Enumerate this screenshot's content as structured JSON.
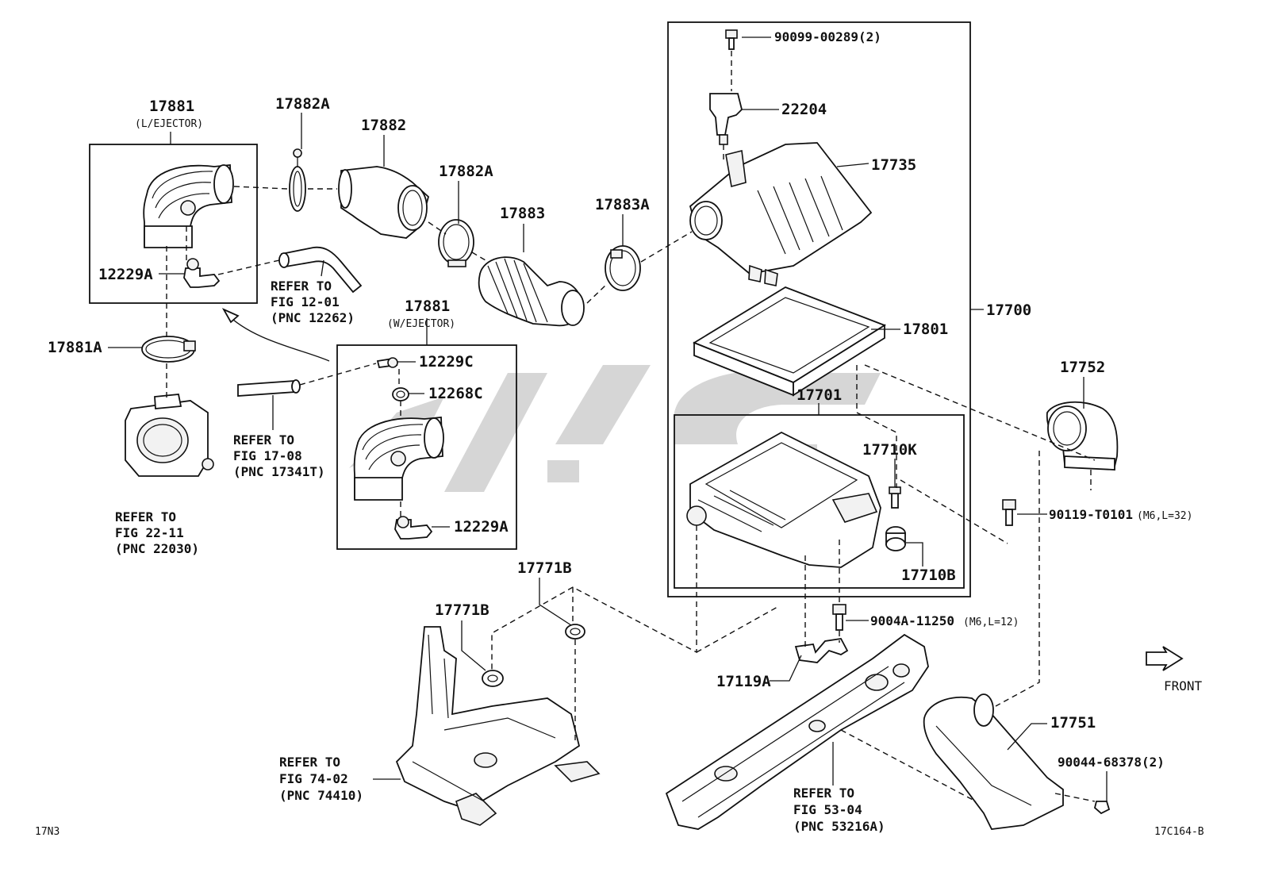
{
  "diagram": {
    "part_labels": {
      "p17881_top": "17881",
      "p17881_top_note": "(L/EJECTOR)",
      "p17882A_a": "17882A",
      "p17882": "17882",
      "p17882A_b": "17882A",
      "p17883": "17883",
      "p17883A": "17883A",
      "p12229A_a": "12229A",
      "p17881A": "17881A",
      "p17881_mid": "17881",
      "p17881_mid_note": "(W/EJECTOR)",
      "p12229C": "12229C",
      "p12268C": "12268C",
      "p12229A_b": "12229A",
      "p90099": "90099-00289(2)",
      "p22204": "22204",
      "p17735": "17735",
      "p17700": "17700",
      "p17801": "17801",
      "p17701": "17701",
      "p17710K": "17710K",
      "p17710B": "17710B",
      "p17752": "17752",
      "p90119": "90119-T0101",
      "p90119_note": "(M6,L=32)",
      "p9004A": "9004A-11250",
      "p9004A_note": "(M6,L=12)",
      "p17771B_a": "17771B",
      "p17771B_b": "17771B",
      "p17119A": "17119A",
      "p17751": "17751",
      "p90044": "90044-68378(2)",
      "front": "FRONT"
    },
    "refer_notes": {
      "r1": [
        "REFER TO",
        "FIG 12-01",
        "(PNC 12262)"
      ],
      "r2": [
        "REFER TO",
        "FIG 17-08",
        "(PNC 17341T)"
      ],
      "r3": [
        "REFER TO",
        "FIG 22-11",
        "(PNC 22030)"
      ],
      "r4": [
        "REFER TO",
        "FIG 74-02",
        "(PNC 74410)"
      ],
      "r5": [
        "REFER TO",
        "FIG 53-04",
        "(PNC 53216A)"
      ]
    },
    "corner_codes": {
      "bottom_left": "17N3",
      "bottom_right": "17C164-B"
    }
  }
}
